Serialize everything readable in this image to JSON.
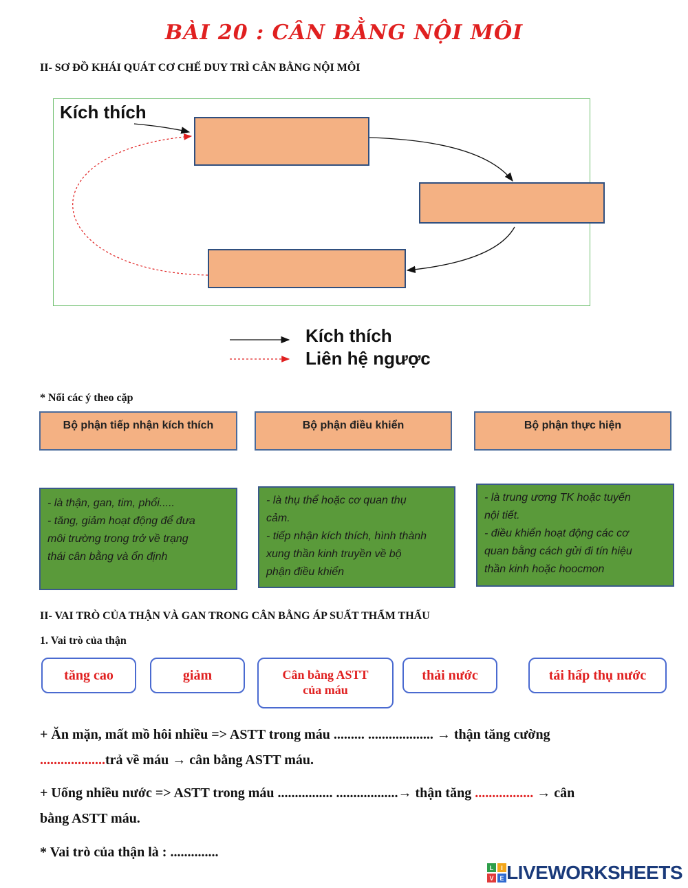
{
  "title": "BÀI 20 : CÂN BẰNG NỘI MÔI",
  "section1_heading": "II- SƠ ĐỒ KHÁI QUÁT CƠ CHẾ DUY TRÌ CÂN BẰNG NỘI MÔI",
  "diagram": {
    "stimulus_label": "Kích thích"
  },
  "legend": {
    "stimulus": "Kích thích",
    "feedback": "Liên hệ ngược"
  },
  "match_heading": "* Nối các ý theo cặp",
  "categories": [
    "Bộ phận tiếp nhận kích thích",
    "Bộ phận điều khiển",
    "Bộ phận thực hiện"
  ],
  "descriptions": [
    [
      "- là thận, gan, tim, phổi.....",
      "- tăng, giảm hoạt động để đưa",
      "môi trường trong trở về trạng",
      "thái cân bằng và ổn định"
    ],
    [
      "- là thụ thể hoặc cơ quan thụ",
      "cảm.",
      "- tiếp nhận kích thích, hình thành",
      "xung thần kinh truyền về bộ",
      "phận điều khiển"
    ],
    [
      "- là trung ương TK hoặc tuyến",
      "nội tiết.",
      "- điều khiển hoạt động các cơ",
      "quan bằng cách gửi đi tín hiệu",
      "thần kinh hoặc hoocmon"
    ]
  ],
  "section2_heading": "II- VAI TRÒ CỦA THẬN VÀ GAN TRONG CÂN BẰNG ÁP SUẤT THẨM THẤU",
  "subheading": "1. Vai trò của thận",
  "word_bank": [
    "tăng cao",
    "giảm",
    "Cân bằng ASTT",
    "của máu",
    "thải nước",
    "tái hấp thụ nước"
  ],
  "para1": {
    "line1": "+ Ăn mặn, mất mồ hôi nhiều => ASTT trong máu ......... ................... → thận tăng cường",
    "blank": "...................",
    "line2_rest": "trả về máu → cân bằng ASTT máu."
  },
  "para2": {
    "line1_start": "+ Uống nhiều nước => ASTT trong máu ................ ..................→ thận tăng ",
    "blank": ".................",
    "line1_end": " → cân",
    "line2": "bằng ASTT máu."
  },
  "para3": "* Vai trò của thận là : ..............",
  "logo": {
    "text": "LIVEWORKSHEETS",
    "icon_letters": [
      "L",
      "I",
      "V",
      "E"
    ]
  },
  "colors": {
    "title_red": "#e02020",
    "orange_fill": "#f4b183",
    "green_fill": "#5a9a3a",
    "word_border": "#4a6ad0"
  }
}
